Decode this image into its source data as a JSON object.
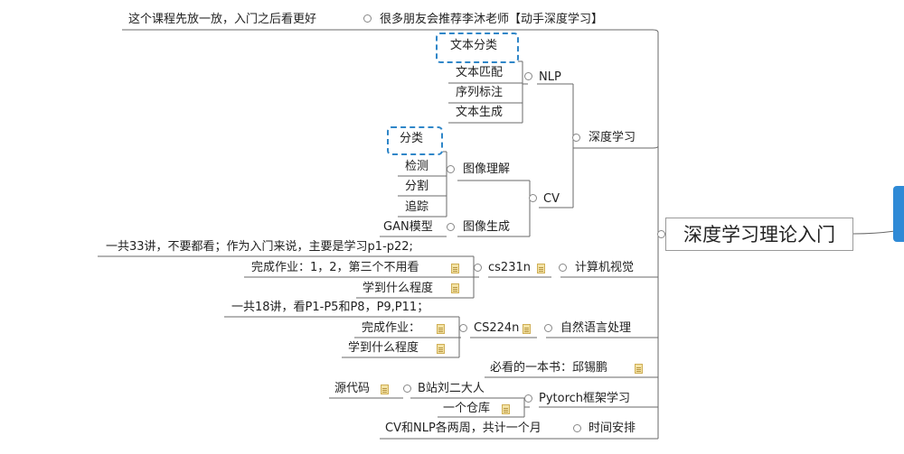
{
  "root": {
    "label": "深度学习理论入门"
  },
  "intro": {
    "text": "很多朋友会推荐李沐老师【动手深度学习】",
    "note": "这个课程先放一放，入门之后看更好"
  },
  "deep_learning": {
    "label": "深度学习",
    "nlp": {
      "label": "NLP",
      "items": [
        "文本分类",
        "文本匹配",
        "序列标注",
        "文本生成"
      ]
    },
    "cv": {
      "label": "CV",
      "understanding": {
        "label": "图像理解",
        "items": [
          "分类",
          "检测",
          "分割",
          "追踪"
        ]
      },
      "generation": {
        "label": "图像生成",
        "items": [
          "GAN模型"
        ]
      }
    }
  },
  "computer_vision": {
    "label": "计算机视觉",
    "course": "cs231n",
    "summary": "一共33讲，不要都看；作为入门来说，主要是学习p1-p22;",
    "homework": "完成作业：1，2，第三个不用看",
    "depth": "学到什么程度"
  },
  "nlp_section": {
    "label": "自然语言处理",
    "course": "CS224n",
    "summary": "一共18讲，看P1-P5和P8，P9,P11；",
    "homework": "完成作业：",
    "depth": "学到什么程度"
  },
  "book": {
    "label": "必看的一本书：邱锡鹏"
  },
  "pytorch": {
    "label": "Pytorch框架学习",
    "bilibili": "B站刘二大人",
    "source": "源代码",
    "repo": "一个仓库"
  },
  "schedule": {
    "label": "时间安排",
    "text": "CV和NLP各两周，共计一个月"
  },
  "colors": {
    "line": "#666666",
    "highlight": "#2f86c8",
    "sidebar": "#2f8ad6"
  }
}
